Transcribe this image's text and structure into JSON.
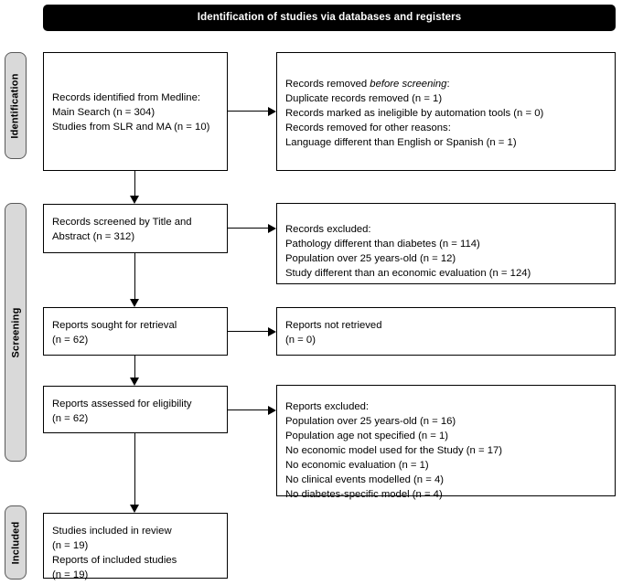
{
  "banner": {
    "title": "Identification of studies via databases and registers",
    "background_color": "#000000",
    "text_color": "#ffffff"
  },
  "phases": [
    {
      "id": "identification",
      "label": "Identification"
    },
    {
      "id": "screening",
      "label": "Screening"
    },
    {
      "id": "included",
      "label": "Included"
    }
  ],
  "boxes": {
    "records_identified": {
      "line1": "Records identified from Medline:",
      "line2": "Main Search (n = 304)",
      "line3": "Studies from SLR and MA (n = 10)"
    },
    "records_removed": {
      "line1_prefix": "Records removed ",
      "line1_italic": "before screening",
      "line1_suffix": ":",
      "line2": "Duplicate records removed (n = 1)",
      "line3": "Records marked as ineligible by automation tools (n = 0)",
      "line4": "Records removed for other reasons:",
      "line5": "Language different than English or Spanish (n = 1)"
    },
    "records_screened": {
      "text": "Records screened by Title and\nAbstract (n = 312)"
    },
    "records_excluded": {
      "text": "Records excluded:\nPathology different than diabetes (n = 114)\nPopulation over 25 years-old (n = 12)\nStudy different than an economic evaluation (n = 124)"
    },
    "reports_sought": {
      "text": "Reports sought for retrieval\n(n = 62)"
    },
    "reports_not_retrieved": {
      "text": "Reports not retrieved\n(n = 0)"
    },
    "reports_assessed": {
      "text": "Reports assessed for eligibility\n(n = 62)"
    },
    "reports_excluded": {
      "text": "Reports excluded:\nPopulation over 25 years-old (n = 16)\nPopulation age not specified (n = 1)\nNo economic model used for the Study (n = 17)\nNo economic evaluation (n = 1)\nNo clinical events modelled (n = 4)\nNo diabetes-specific model (n = 4)"
    },
    "studies_included": {
      "text": "Studies included in review\n(n = 19)\nReports of included studies\n(n = 19)"
    }
  },
  "counts": {
    "medline_main_search": 304,
    "slr_and_ma_studies": 10,
    "duplicate_records_removed": 1,
    "ineligible_by_automation": 0,
    "other_reasons_language": 1,
    "records_screened": 312,
    "excluded_pathology_not_diabetes": 114,
    "excluded_population_over_25": 12,
    "excluded_not_economic_evaluation": 124,
    "reports_sought": 62,
    "reports_not_retrieved": 0,
    "reports_assessed": 62,
    "rexcl_population_over_25": 16,
    "rexcl_age_not_specified": 1,
    "rexcl_no_economic_model": 17,
    "rexcl_no_economic_evaluation": 1,
    "rexcl_no_clinical_events": 4,
    "rexcl_no_diabetes_model": 4,
    "studies_included_in_review": 19,
    "reports_of_included_studies": 19
  },
  "colors": {
    "phase_tab_fill": "#d9d9d9",
    "phase_tab_border": "#595959",
    "box_border": "#000000",
    "connector": "#000000",
    "page_background": "#ffffff"
  }
}
